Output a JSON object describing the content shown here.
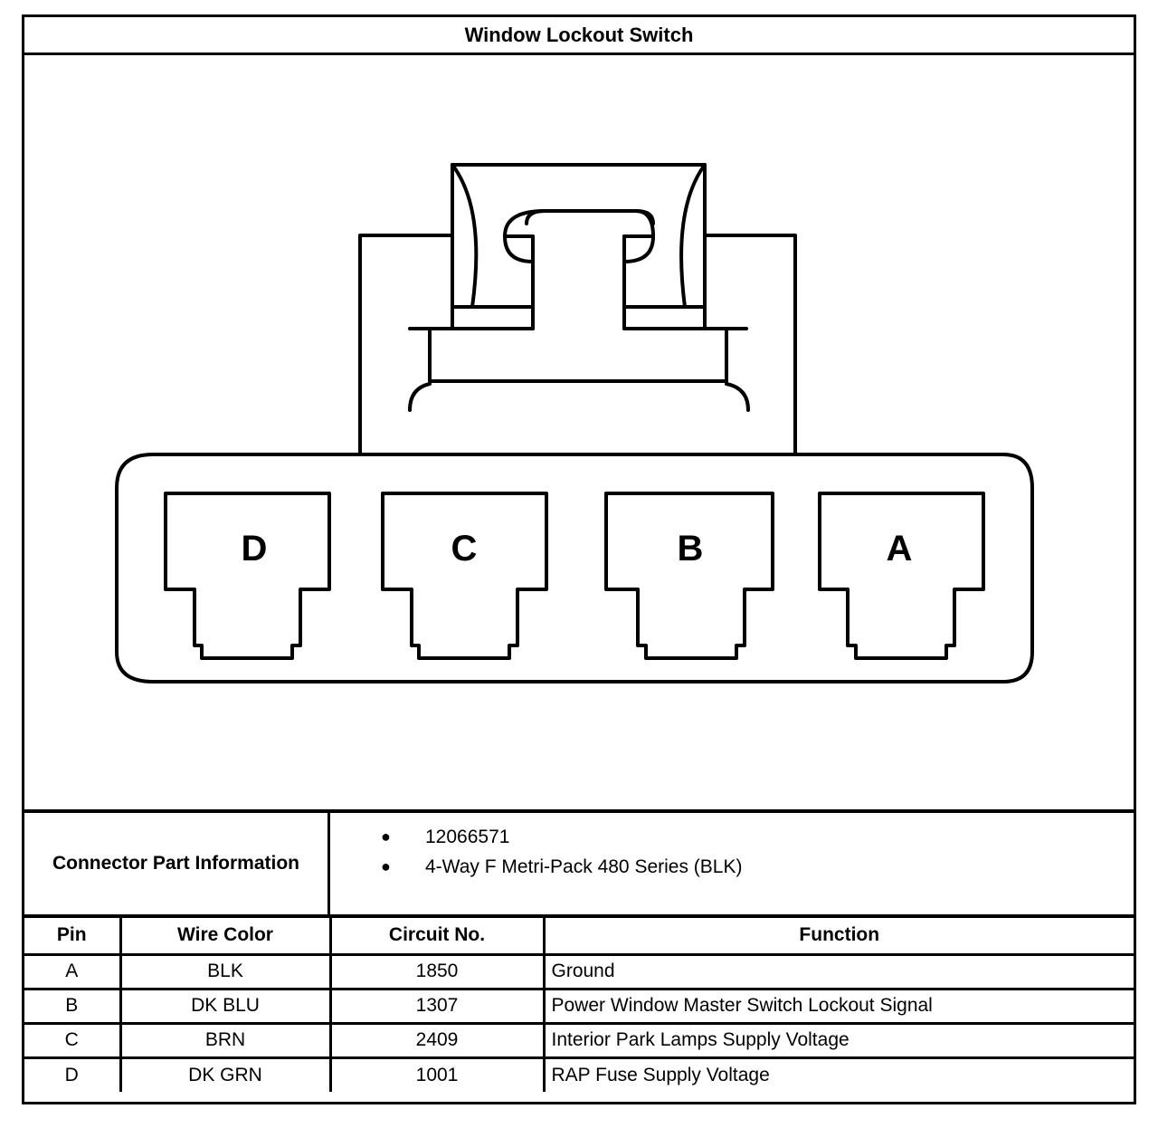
{
  "title": "Window Lockout Switch",
  "connector": {
    "pin_labels": [
      "D",
      "C",
      "B",
      "A"
    ]
  },
  "part_info": {
    "label": "Connector Part Information",
    "items": [
      "12066571",
      "4-Way F Metri-Pack 480 Series (BLK)"
    ]
  },
  "pin_table": {
    "headers": [
      "Pin",
      "Wire Color",
      "Circuit No.",
      "Function"
    ],
    "rows": [
      {
        "pin": "A",
        "wire_color": "BLK",
        "circuit": "1850",
        "function": "Ground"
      },
      {
        "pin": "B",
        "wire_color": "DK BLU",
        "circuit": "1307",
        "function": "Power Window Master Switch Lockout Signal"
      },
      {
        "pin": "C",
        "wire_color": "BRN",
        "circuit": "2409",
        "function": "Interior Park Lamps Supply Voltage"
      },
      {
        "pin": "D",
        "wire_color": "DK GRN",
        "circuit": "1001",
        "function": "RAP Fuse Supply Voltage"
      }
    ]
  }
}
